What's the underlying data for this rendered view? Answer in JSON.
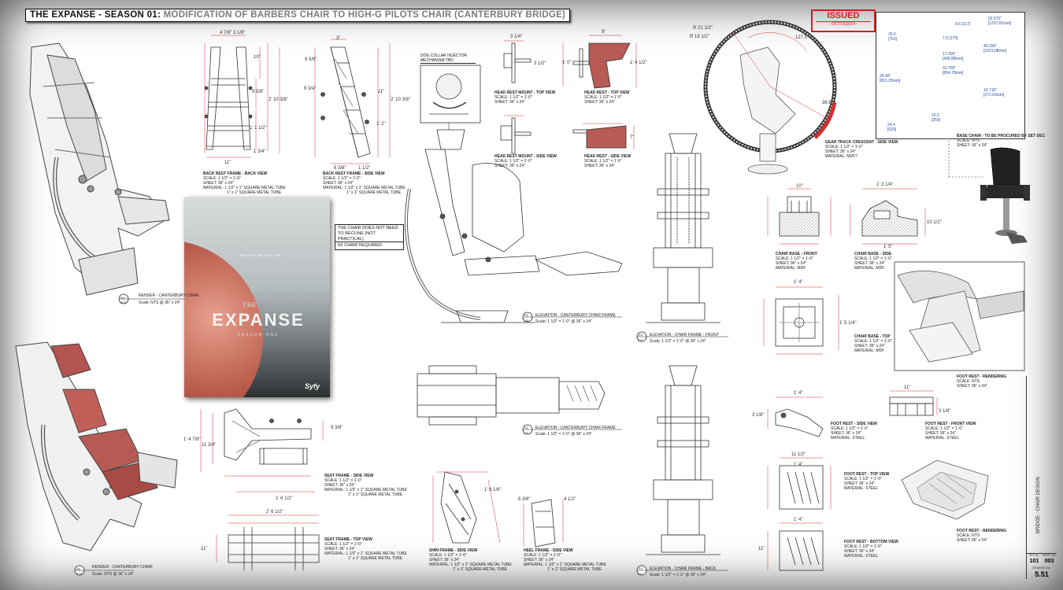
{
  "title": {
    "part1": "THE EXPANSE - SEASON 01: ",
    "part2": "MODIFICATION OF BARBERS CHAIR TO HIGH-G PILOTS CHAIR (CANTERBURY BRIDGE)"
  },
  "stamp": {
    "label": "ISSUED",
    "date": "- OCT/15/2014 -"
  },
  "poster": {
    "tagline": "WE'VE GONE TOO FAR",
    "pre": "THE",
    "name": "EXPANSE",
    "season": "SEASON ONE",
    "network": "Syfy"
  },
  "notes": {
    "dog_collar": "DOG COLLAR INJECTOR MECHANISM TBD",
    "no_recline": "THE CHAIR DOES NOT NEED TO RECLINE (NOT PRACTICAL)",
    "qty": "6X CHAIR REQUIRED"
  },
  "views": {
    "render1": {
      "num": "R4",
      "sheet": "3.51",
      "label": "RENDER - CANTERBURY CHAIR",
      "scale": "Scale: NTS  @ 36\" x 24\""
    },
    "render2": {
      "num": "R5",
      "sheet": "3.51",
      "label": "RENDER - CANTERBURY CHAIR",
      "scale": "Scale: NTS  @ 36\" x 24\""
    },
    "back_rest_back": {
      "title": "BACK REST FRAME - BACK VIEW",
      "scale": "SCALE: 1 1/2\" = 1'-0\"",
      "sheet": "SHEET: 36\" x 24\"",
      "material": "MATERIAL: 1 1/2\" x 1\" SQUARE METAL TUBE",
      "material2": "1\" x 1\" SQUARE METAL TUBE"
    },
    "back_rest_side": {
      "title": "BACK REST FRAME - SIDE VIEW",
      "scale": "SCALE: 1 1/2\" = 1'-0\"",
      "sheet": "SHEET: 36\" x 24\"",
      "material": "MATERIAL: 1 1/2\" x 1\" SQUARE METAL TUBE",
      "material2": "1\" x 1\" SQUARE METAL TUBE"
    },
    "head_mount_top": {
      "title": "HEAD REST MOUNT - TOP VIEW",
      "scale": "SCALE: 1 1/2\" = 1'-0\"",
      "sheet": "SHEET: 36\" x 24\""
    },
    "head_rest_top": {
      "title": "HEAD REST - TOP VIEW",
      "scale": "SCALE: 1 1/2\" = 1'-0\"",
      "sheet": "SHEET: 36\" x 24\""
    },
    "head_mount_side": {
      "title": "HEAD REST MOUNT - SIDE VIEW",
      "scale": "SCALE: 1 1/2\" = 1'-0\"",
      "sheet": "SHEET: 36\" x 24\""
    },
    "head_rest_side": {
      "title": "HEAD REST - SIDE VIEW",
      "scale": "SCALE: 1 1/2\" = 1'-0\"",
      "sheet": "SHEET: 36\" x 24\""
    },
    "elev_canterbury": {
      "num": "E1",
      "sheet": "3.51",
      "label": "ELEVATION - CANTERBURY CHAIR FRAME",
      "scale": "Scale: 1 1/2\" = 1'-0\"  @ 36\" x 24\""
    },
    "elev_front": {
      "num": "E2",
      "sheet": "3.51",
      "label": "ELEVATION - CHAIR FRAME - FRONT",
      "scale": "Scale: 1 1/2\" = 1'-0\"  @ 36\" x 24\""
    },
    "elev_canterbury2": {
      "num": "E2",
      "sheet": "3.51",
      "label": "ELEVATION - CANTERBURY CHAIR FRAME",
      "scale": "Scale: 1 1/2\" = 1'-0\"  @ 36\" x 24\""
    },
    "elev_back": {
      "num": "E3",
      "sheet": "3.51",
      "label": "ELEVATION - CHAIR FRAME - BACK",
      "scale": "Scale: 1 1/2\" = 1'-0\"  @ 36\" x 24\""
    },
    "gear_track": {
      "title": "GEAR TRACK CRESCENT - SIDE VIEW",
      "scale": "SCALE: 1 1/2\" = 1'-0\"",
      "sheet": "SHEET: 36\" x 24\"",
      "material": "MATERIAL: MDF?"
    },
    "base_chair": {
      "title": "BASE CHAIR - TO BE PROCURED BY SET DEC",
      "scale": "SCALE: NTS",
      "sheet": "SHEET: 36\" x 24\""
    },
    "chair_base_front": {
      "title": "CHAIR BASE - FRONT",
      "scale": "SCALE: 1 1/2\" = 1'-0\"",
      "sheet": "SHEET: 36\" x 24\"",
      "material": "MATERIAL: MDF"
    },
    "chair_base_side": {
      "title": "CHAIR BASE - SIDE",
      "scale": "SCALE: 1 1/2\" = 1'-0\"",
      "sheet": "SHEET: 36\" x 24\"",
      "material": "MATERIAL: MDF"
    },
    "chair_base_top": {
      "title": "CHAIR BASE - TOP",
      "scale": "SCALE: 1 1/2\" = 1'-0\"",
      "sheet": "SHEET: 36\" x 24\"",
      "material": "MATERIAL: MDF"
    },
    "foot_rest_render1": {
      "title": "FOOT REST - RENDERING",
      "scale": "SCALE: NTS",
      "sheet": "SHEET: 36\" x 24\""
    },
    "foot_rest_side": {
      "title": "FOOT REST - SIDE VIEW",
      "scale": "SCALE: 1 1/2\" = 1'-0\"",
      "sheet": "SHEET: 36\" x 24\"",
      "material": "MATERIAL: STEEL"
    },
    "foot_rest_front": {
      "title": "FOOT REST - FRONT VIEW",
      "scale": "SCALE: 1 1/2\" = 1'-0\"",
      "sheet": "SHEET: 36\" x 24\"",
      "material": "MATERIAL: STEEL"
    },
    "foot_rest_top": {
      "title": "FOOT REST - TOP VIEW",
      "scale": "SCALE: 1 1/2\" = 1'-0\"",
      "sheet": "SHEET: 36\" x 24\"",
      "material": "MATERIAL: STEEL"
    },
    "foot_rest_render2": {
      "title": "FOOT REST - RENDERING",
      "scale": "SCALE: NTS",
      "sheet": "SHEET: 36\" x 24\""
    },
    "foot_rest_bottom": {
      "title": "FOOT REST - BOTTOM VIEW",
      "scale": "SCALE: 1 1/2\" = 1'-0\"",
      "sheet": "SHEET: 36\" x 24\"",
      "material": "MATERIAL: STEEL"
    },
    "seat_side": {
      "title": "SEAT FRAME - SIDE VIEW",
      "scale": "SCALE: 1 1/2\" = 1'-0\"",
      "sheet": "SHEET: 36\" x 24\"",
      "material": "MATERIAL: 1 1/2\" x 1\" SQUARE METAL TUBE",
      "material2": "1\" x 1\" SQUARE METAL TUBE"
    },
    "seat_top": {
      "title": "SEAT FRAME - TOP VIEW",
      "scale": "SCALE: 1 1/2\" = 1'-0\"",
      "sheet": "SHEET: 36\" x 24\"",
      "material": "MATERIAL: 1 1/2\" x 1\" SQUARE METAL TUBE",
      "material2": "1\" x 1\" SQUARE METAL TUBE"
    },
    "shin_side": {
      "title": "SHIN FRAME - SIDE VIEW",
      "scale": "SCALE: 1 1/2\" = 1'-0\"",
      "sheet": "SHEET: 36\" x 24\"",
      "material": "MATERIAL: 1 1/2\" x 1\" SQUARE METAL TUBE",
      "material2": "1\" x 1\" SQUARE METAL TUBE"
    },
    "heel_side": {
      "title": "HEEL FRAME - SIDE VIEW",
      "scale": "SCALE: 1 1/2\" = 1'-0\"",
      "sheet": "SHEET: 36\" x 24\"",
      "material": "MATERIAL: 1 1/2\" x 1\" SQUARE METAL TUBE",
      "material2": "1\" x 1\" SQUARE METAL TUBE"
    }
  },
  "dims": {
    "d1": "4 7/8\"",
    "d2": "3 1/8\"",
    "d3": "10\"",
    "d4": "9 5/8\"",
    "d5": "2' 10 3/8\"",
    "d6": "1' 1 1/2\"",
    "d7": "1 3/4\"",
    "d8": "11\"",
    "d9": "3\"",
    "d10": "9 5/8\"",
    "d11": "9 3/4\"",
    "d12": "11\"",
    "d13": "2' 10 3/8\"",
    "d14": "1' 2\"",
    "d15": "6 3/8\"",
    "d16": "1 1/2\"",
    "d17": "3 1/4\"",
    "d18": "3 1/2\"",
    "d19": "1' 0\"",
    "d20": "1' 4 1/2\"",
    "d21": "9\"",
    "d22": "7\"",
    "d23": "127.5°",
    "d24": "R 21 1/2\"",
    "d25": "R 19 1/2\"",
    "d26": "36.6°",
    "d27": "9 3/8\"",
    "d28": "1' 4 7/8\"",
    "d29": "11 3/4\"",
    "d30": "1' 6 1/2\"",
    "d31": "2' 6 1/2\"",
    "d32": "11\"",
    "d33": "1' 6 1/8\"",
    "d34": "6 3/8\"",
    "d35": "4 1/2\"",
    "d36": "10\"",
    "d37": "1' 3 1/4\"",
    "d38": "10 1/2\"",
    "d39": "1' 5\"",
    "d40": "1' 4\"",
    "d41": "1' 5 1/4\"",
    "d42": "1' 4\"",
    "d43": "11\"",
    "d44": "3 1/8\"",
    "d45": "3 1/8\"",
    "d46": "11 1/2\"",
    "d47": "1' 4\"",
    "d48": "11\"",
    "d49": "1' 4\""
  },
  "ref_dims": {
    "r1": "52.670\" [1337.81mm]",
    "r2": "8.6 [217]",
    "r3": "30.0 [762]",
    "r4": "7.0 [179]",
    "r5": "40.200\" [1021.08mm]",
    "r6": "17.200\" [436.88mm]",
    "r7": "31.700\" [804.78mm]",
    "r8": "25.40\" [651.25mm]",
    "r9": "10.710\" [272.03mm]",
    "r10": "24.4 [620]",
    "r11": "10.2 [259]"
  },
  "title_block": {
    "sheet_title": "BRIDGE - CHAIR DESIGN",
    "set": "101",
    "sheet_of": "003",
    "sheet_no": "5.51",
    "lbl_set": "SET No.",
    "lbl_of": "SHEET No.",
    "lbl_drawing": "DRAWING No."
  }
}
